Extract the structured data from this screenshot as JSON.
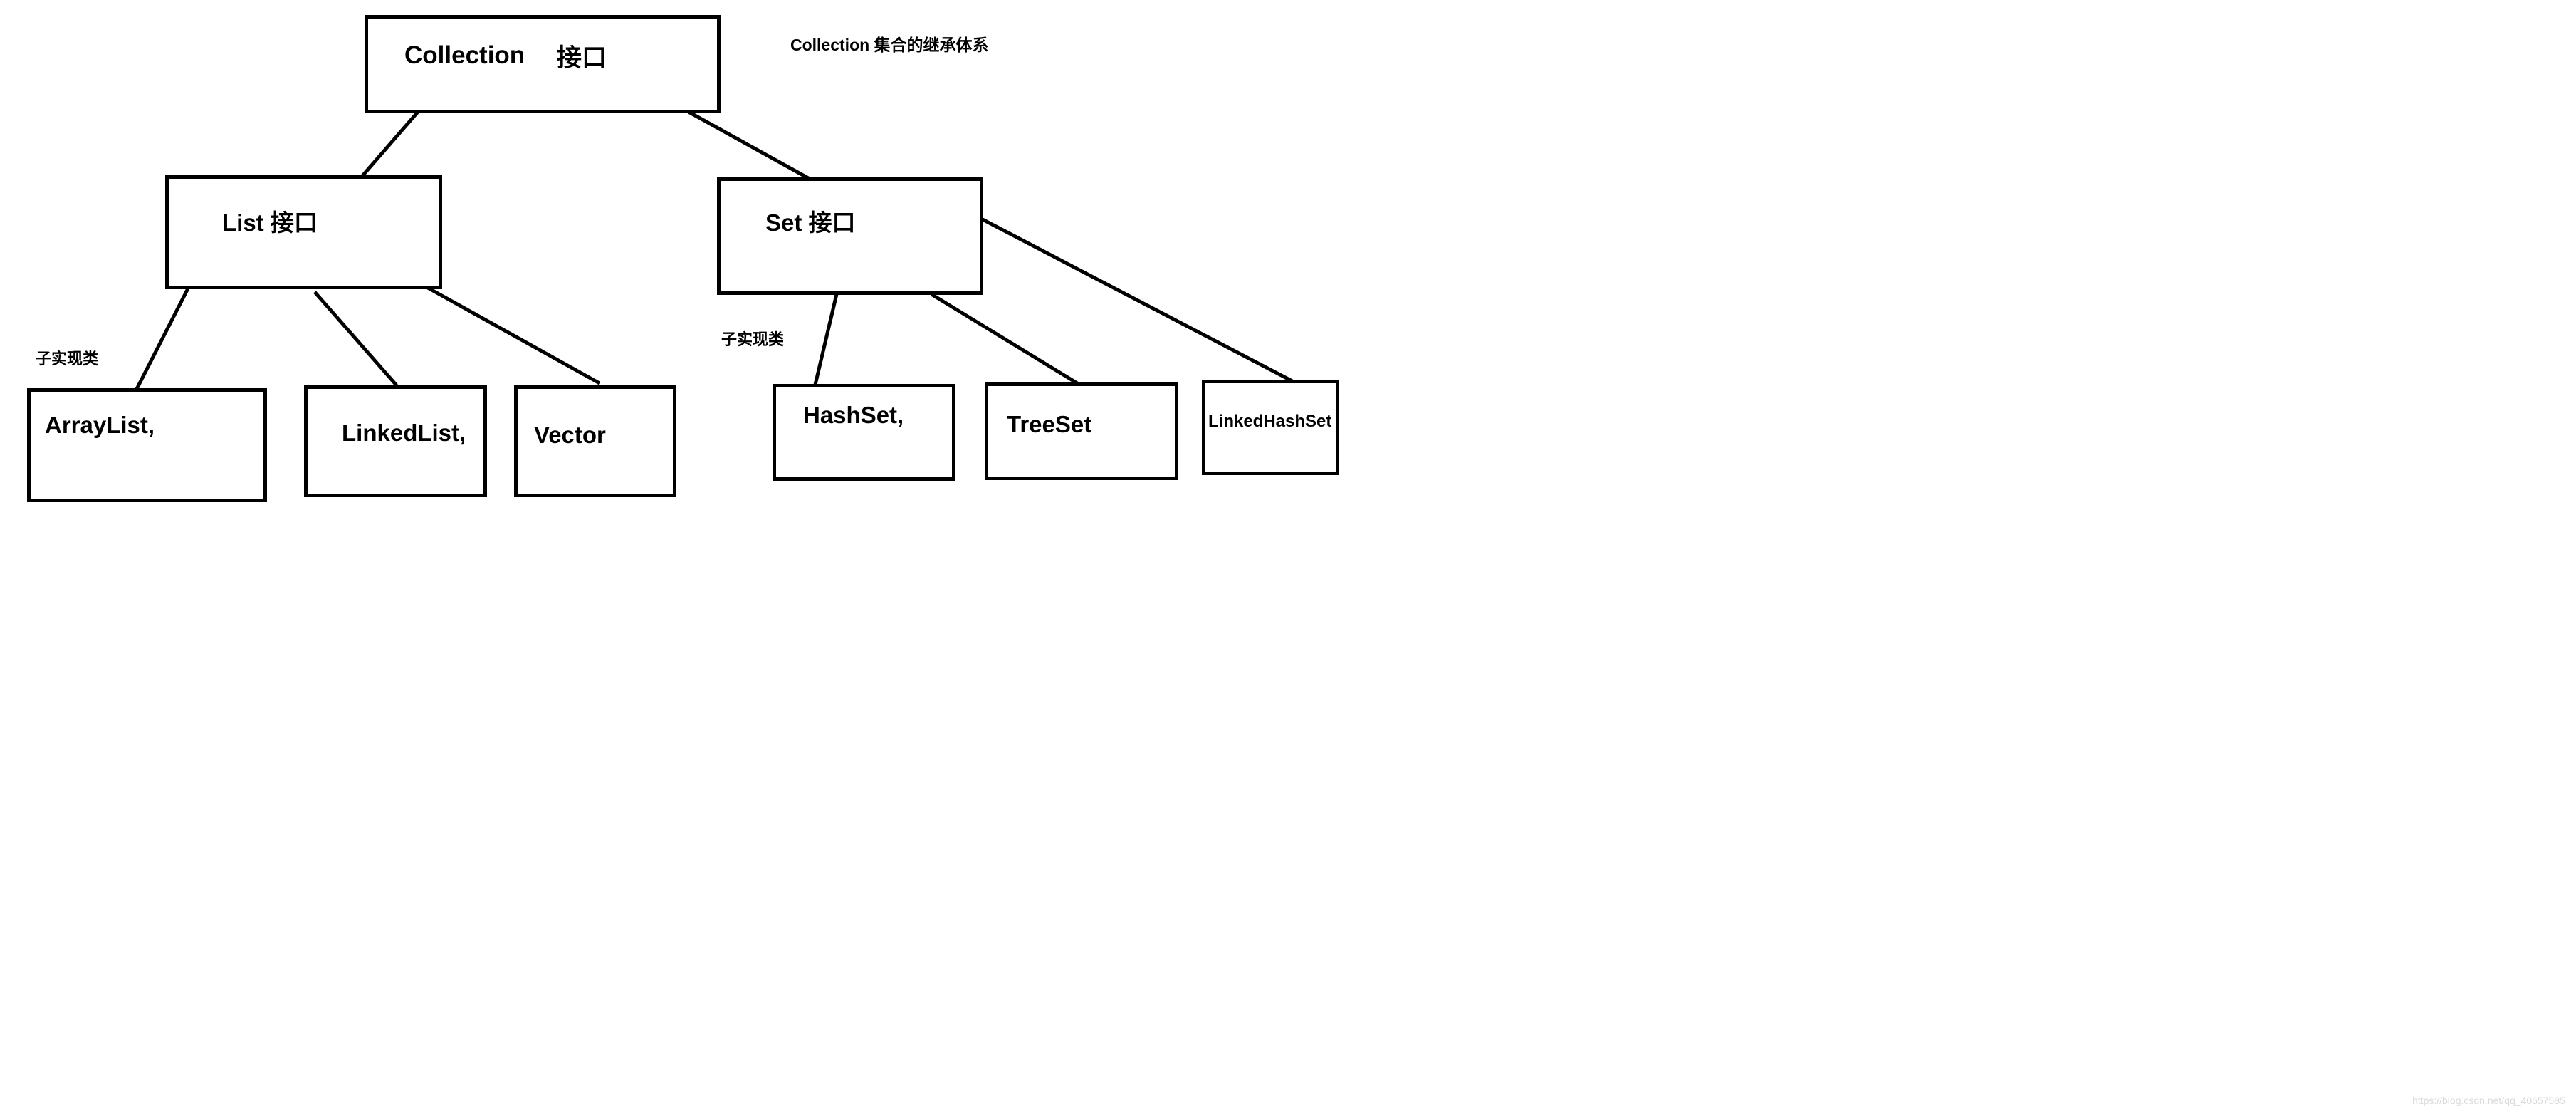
{
  "diagram": {
    "title": "Collection 集合的继承体系",
    "nodes": {
      "collection": {
        "name": "Collection",
        "suffix": "接口"
      },
      "list": {
        "label": "List 接口"
      },
      "set": {
        "label": "Set 接口"
      },
      "arraylist": {
        "label": "ArrayList,"
      },
      "linkedlist": {
        "label": "LinkedList,"
      },
      "vector": {
        "label": "Vector"
      },
      "hashset": {
        "label": "HashSet,"
      },
      "treeset": {
        "label": "TreeSet"
      },
      "linkedhashset": {
        "label": "LinkedHashSet"
      }
    },
    "annotations": {
      "list_impl": "子实现类",
      "set_impl": "子实现类"
    },
    "edges": [
      [
        "collection",
        "list"
      ],
      [
        "collection",
        "set"
      ],
      [
        "list",
        "arraylist"
      ],
      [
        "list",
        "linkedlist"
      ],
      [
        "list",
        "vector"
      ],
      [
        "set",
        "hashset"
      ],
      [
        "set",
        "treeset"
      ],
      [
        "set",
        "linkedhashset"
      ]
    ],
    "watermark": "https://blog.csdn.net/qq_40657585"
  },
  "colors": {
    "stroke": "#000000",
    "background": "#ffffff",
    "watermark": "#d9d9d9"
  }
}
